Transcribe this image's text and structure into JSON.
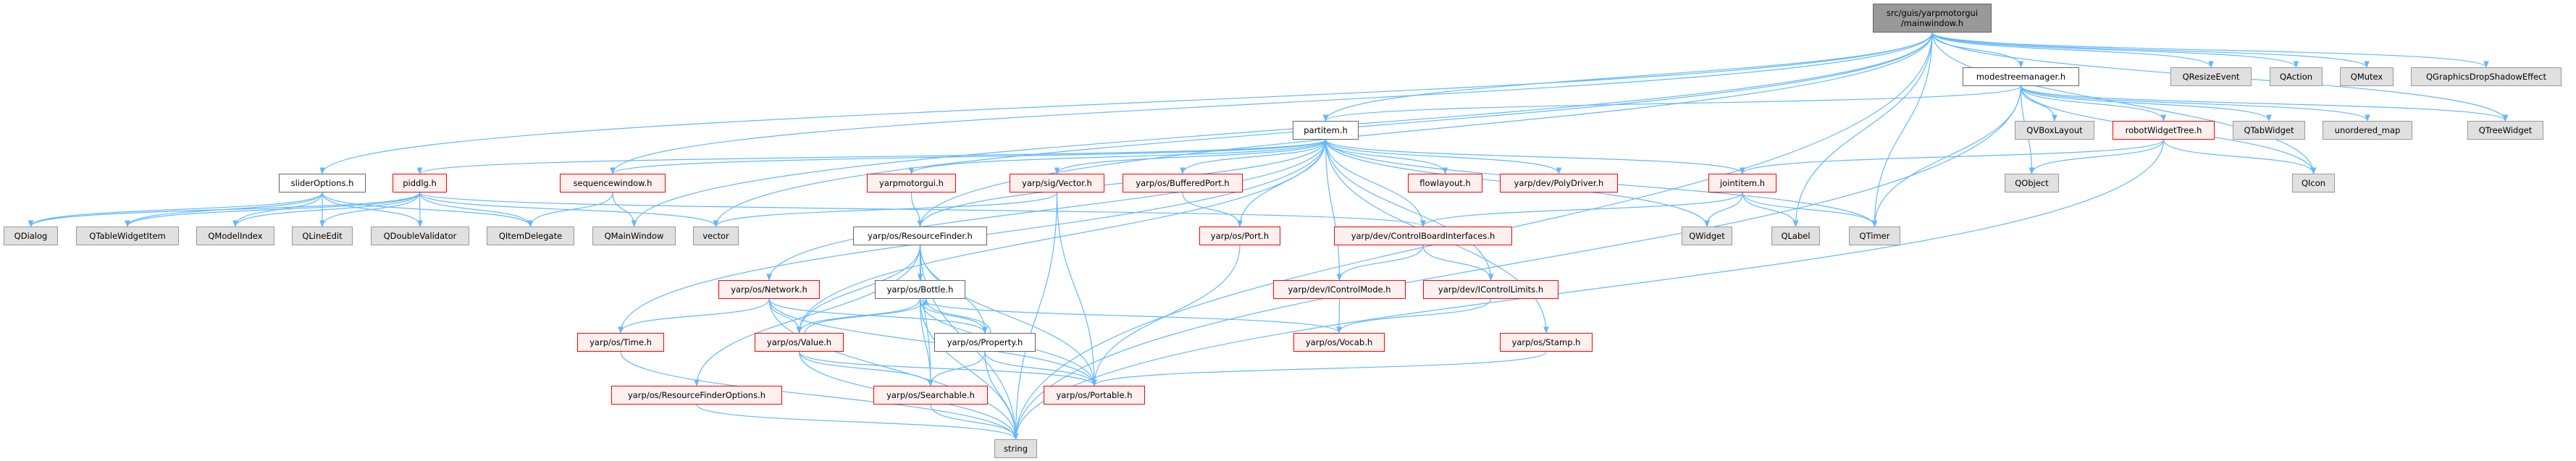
{
  "colors": {
    "edge": "#63b8ff",
    "red_border": "#ff0000",
    "red_fill": "#fff0f0",
    "gray_fill": "#e0e0e0",
    "root_fill": "#999999"
  },
  "nodes": [
    {
      "id": "main",
      "label": "src/guis/yarpmotorgui\n/mainwindow.h",
      "kind": "root"
    },
    {
      "id": "mtm",
      "label": "modestreemanager.h",
      "kind": "white"
    },
    {
      "id": "qresize",
      "label": "QResizeEvent",
      "kind": "gray"
    },
    {
      "id": "qaction",
      "label": "QAction",
      "kind": "gray"
    },
    {
      "id": "qmutex",
      "label": "QMutex",
      "kind": "gray"
    },
    {
      "id": "qgds",
      "label": "QGraphicsDropShadowEffect",
      "kind": "gray"
    },
    {
      "id": "partitem",
      "label": "partitem.h",
      "kind": "white"
    },
    {
      "id": "qvbox",
      "label": "QVBoxLayout",
      "kind": "gray"
    },
    {
      "id": "robotTree",
      "label": "robotWidgetTree.h",
      "kind": "red"
    },
    {
      "id": "qtab",
      "label": "QTabWidget",
      "kind": "gray"
    },
    {
      "id": "umap",
      "label": "unordered_map",
      "kind": "gray"
    },
    {
      "id": "qtree",
      "label": "QTreeWidget",
      "kind": "gray"
    },
    {
      "id": "sliderOpts",
      "label": "sliderOptions.h",
      "kind": "white"
    },
    {
      "id": "piddlg",
      "label": "piddlg.h",
      "kind": "red"
    },
    {
      "id": "seqwin",
      "label": "sequencewindow.h",
      "kind": "red"
    },
    {
      "id": "ymg",
      "label": "yarpmotorgui.h",
      "kind": "red"
    },
    {
      "id": "sigvec",
      "label": "yarp/sig/Vector.h",
      "kind": "red"
    },
    {
      "id": "bport",
      "label": "yarp/os/BufferedPort.h",
      "kind": "red"
    },
    {
      "id": "flow",
      "label": "flowlayout.h",
      "kind": "red"
    },
    {
      "id": "poly",
      "label": "yarp/dev/PolyDriver.h",
      "kind": "red"
    },
    {
      "id": "joint",
      "label": "jointitem.h",
      "kind": "red"
    },
    {
      "id": "qobject",
      "label": "QObject",
      "kind": "gray"
    },
    {
      "id": "qicon",
      "label": "QIcon",
      "kind": "gray"
    },
    {
      "id": "qdialog",
      "label": "QDialog",
      "kind": "gray"
    },
    {
      "id": "qtwi",
      "label": "QTableWidgetItem",
      "kind": "gray"
    },
    {
      "id": "qmi",
      "label": "QModelIndex",
      "kind": "gray"
    },
    {
      "id": "qle",
      "label": "QLineEdit",
      "kind": "gray"
    },
    {
      "id": "qdv",
      "label": "QDoubleValidator",
      "kind": "gray"
    },
    {
      "id": "qid",
      "label": "QItemDelegate",
      "kind": "gray"
    },
    {
      "id": "qmw",
      "label": "QMainWindow",
      "kind": "gray"
    },
    {
      "id": "vector",
      "label": "vector",
      "kind": "gray"
    },
    {
      "id": "rf",
      "label": "yarp/os/ResourceFinder.h",
      "kind": "white"
    },
    {
      "id": "port",
      "label": "yarp/os/Port.h",
      "kind": "red"
    },
    {
      "id": "cbi",
      "label": "yarp/dev/ControlBoardInterfaces.h",
      "kind": "red"
    },
    {
      "id": "qwidget",
      "label": "QWidget",
      "kind": "gray"
    },
    {
      "id": "qlabel",
      "label": "QLabel",
      "kind": "gray"
    },
    {
      "id": "qtimer",
      "label": "QTimer",
      "kind": "gray"
    },
    {
      "id": "network",
      "label": "yarp/os/Network.h",
      "kind": "red"
    },
    {
      "id": "bottle",
      "label": "yarp/os/Bottle.h",
      "kind": "white"
    },
    {
      "id": "icm",
      "label": "yarp/dev/IControlMode.h",
      "kind": "red"
    },
    {
      "id": "icl",
      "label": "yarp/dev/IControlLimits.h",
      "kind": "red"
    },
    {
      "id": "time",
      "label": "yarp/os/Time.h",
      "kind": "red"
    },
    {
      "id": "value",
      "label": "yarp/os/Value.h",
      "kind": "red"
    },
    {
      "id": "property",
      "label": "yarp/os/Property.h",
      "kind": "white"
    },
    {
      "id": "vocab",
      "label": "yarp/os/Vocab.h",
      "kind": "red"
    },
    {
      "id": "stamp",
      "label": "yarp/os/Stamp.h",
      "kind": "red"
    },
    {
      "id": "rfo",
      "label": "yarp/os/ResourceFinderOptions.h",
      "kind": "red"
    },
    {
      "id": "searchable",
      "label": "yarp/os/Searchable.h",
      "kind": "red"
    },
    {
      "id": "portable",
      "label": "yarp/os/Portable.h",
      "kind": "red"
    },
    {
      "id": "string",
      "label": "string",
      "kind": "gray"
    }
  ],
  "edges": [
    [
      "main",
      "sliderOpts"
    ],
    [
      "main",
      "qmw"
    ],
    [
      "main",
      "vector"
    ],
    [
      "main",
      "rf"
    ],
    [
      "main",
      "partitem"
    ],
    [
      "main",
      "seqwin"
    ],
    [
      "main",
      "mtm"
    ],
    [
      "main",
      "qlabel"
    ],
    [
      "main",
      "qtimer"
    ],
    [
      "main",
      "qresize"
    ],
    [
      "main",
      "qaction"
    ],
    [
      "main",
      "qmutex"
    ],
    [
      "main",
      "qgds"
    ],
    [
      "main",
      "qtree"
    ],
    [
      "main",
      "qicon"
    ],
    [
      "main",
      "string"
    ],
    [
      "mtm",
      "partitem"
    ],
    [
      "mtm",
      "qvbox"
    ],
    [
      "mtm",
      "robotTree"
    ],
    [
      "mtm",
      "qtab"
    ],
    [
      "mtm",
      "umap"
    ],
    [
      "mtm",
      "qtree"
    ],
    [
      "mtm",
      "qobject"
    ],
    [
      "mtm",
      "qtimer"
    ],
    [
      "mtm",
      "qicon"
    ],
    [
      "mtm",
      "string"
    ],
    [
      "robotTree",
      "joint"
    ],
    [
      "robotTree",
      "qobject"
    ],
    [
      "robotTree",
      "qicon"
    ],
    [
      "robotTree",
      "string"
    ],
    [
      "partitem",
      "piddlg"
    ],
    [
      "partitem",
      "seqwin"
    ],
    [
      "partitem",
      "ymg"
    ],
    [
      "partitem",
      "sigvec"
    ],
    [
      "partitem",
      "bport"
    ],
    [
      "partitem",
      "flow"
    ],
    [
      "partitem",
      "poly"
    ],
    [
      "partitem",
      "joint"
    ],
    [
      "partitem",
      "qwidget"
    ],
    [
      "partitem",
      "qtimer"
    ],
    [
      "partitem",
      "port"
    ],
    [
      "partitem",
      "cbi"
    ],
    [
      "partitem",
      "icm"
    ],
    [
      "partitem",
      "icl"
    ],
    [
      "partitem",
      "stamp"
    ],
    [
      "partitem",
      "rf"
    ],
    [
      "partitem",
      "network"
    ],
    [
      "partitem",
      "time"
    ],
    [
      "partitem",
      "value"
    ],
    [
      "joint",
      "cbi"
    ],
    [
      "joint",
      "qwidget"
    ],
    [
      "joint",
      "qlabel"
    ],
    [
      "joint",
      "qtimer"
    ],
    [
      "sliderOpts",
      "qdialog"
    ],
    [
      "sliderOpts",
      "qtwi"
    ],
    [
      "sliderOpts",
      "qmi"
    ],
    [
      "sliderOpts",
      "qle"
    ],
    [
      "sliderOpts",
      "qdv"
    ],
    [
      "sliderOpts",
      "qid"
    ],
    [
      "piddlg",
      "qdialog"
    ],
    [
      "piddlg",
      "qtwi"
    ],
    [
      "piddlg",
      "qmi"
    ],
    [
      "piddlg",
      "qle"
    ],
    [
      "piddlg",
      "qdv"
    ],
    [
      "piddlg",
      "qid"
    ],
    [
      "piddlg",
      "vector"
    ],
    [
      "piddlg",
      "cbi"
    ],
    [
      "seqwin",
      "qid"
    ],
    [
      "seqwin",
      "qmw"
    ],
    [
      "ymg",
      "rf"
    ],
    [
      "sigvec",
      "vector"
    ],
    [
      "sigvec",
      "portable"
    ],
    [
      "sigvec",
      "string"
    ],
    [
      "bport",
      "port"
    ],
    [
      "port",
      "portable"
    ],
    [
      "cbi",
      "icm"
    ],
    [
      "cbi",
      "icl"
    ],
    [
      "icm",
      "vocab"
    ],
    [
      "icl",
      "vocab"
    ],
    [
      "stamp",
      "portable"
    ],
    [
      "rf",
      "bottle"
    ],
    [
      "rf",
      "property"
    ],
    [
      "rf",
      "value"
    ],
    [
      "rf",
      "searchable"
    ],
    [
      "rf",
      "portable"
    ],
    [
      "rf",
      "string"
    ],
    [
      "rf",
      "rfo"
    ],
    [
      "network",
      "time"
    ],
    [
      "network",
      "value"
    ],
    [
      "network",
      "portable"
    ],
    [
      "network",
      "property"
    ],
    [
      "network",
      "string"
    ],
    [
      "time",
      "string"
    ],
    [
      "value",
      "bottle"
    ],
    [
      "value",
      "searchable"
    ],
    [
      "value",
      "portable"
    ],
    [
      "value",
      "string"
    ],
    [
      "bottle",
      "value"
    ],
    [
      "bottle",
      "property"
    ],
    [
      "bottle",
      "searchable"
    ],
    [
      "bottle",
      "portable"
    ],
    [
      "bottle",
      "vocab"
    ],
    [
      "bottle",
      "string"
    ],
    [
      "property",
      "bottle"
    ],
    [
      "property",
      "searchable"
    ],
    [
      "property",
      "portable"
    ],
    [
      "property",
      "string"
    ],
    [
      "searchable",
      "string"
    ],
    [
      "rfo",
      "string"
    ]
  ]
}
